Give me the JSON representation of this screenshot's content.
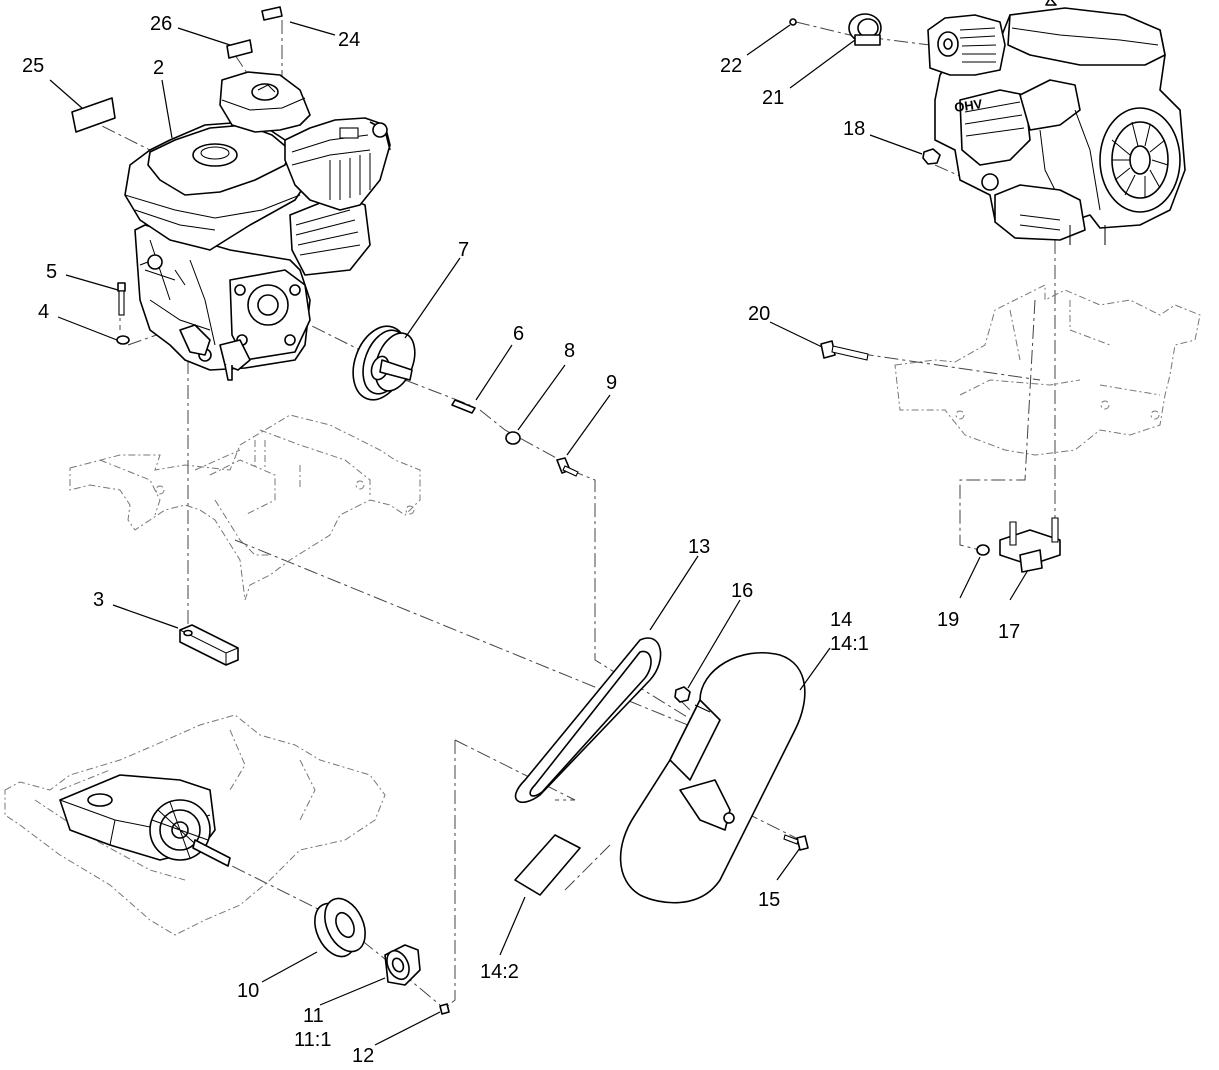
{
  "callouts": {
    "c2": "2",
    "c3": "3",
    "c4": "4",
    "c5": "5",
    "c6": "6",
    "c7": "7",
    "c8": "8",
    "c9": "9",
    "c10": "10",
    "c11": "11",
    "c11_1": "11:1",
    "c12": "12",
    "c13": "13",
    "c14": "14",
    "c14_1": "14:1",
    "c14_2": "14:2",
    "c15": "15",
    "c16": "16",
    "c17": "17",
    "c18": "18",
    "c19": "19",
    "c20": "20",
    "c21": "21",
    "c22": "22",
    "c24": "24",
    "c25": "25",
    "c26": "26"
  },
  "engine_badge": "OHV"
}
